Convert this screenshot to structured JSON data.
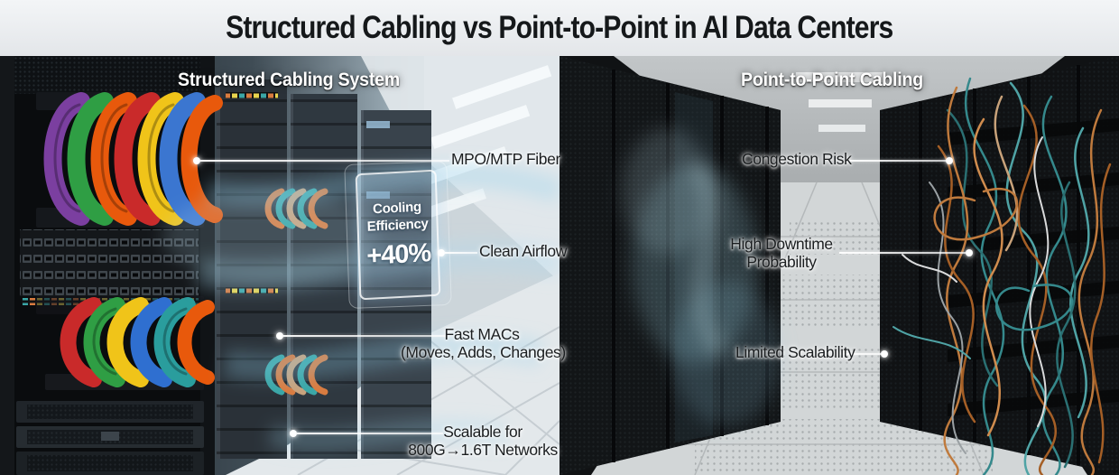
{
  "title": "Structured Cabling vs Point-to-Point in AI Data Centers",
  "left_panel": {
    "header": "Structured Cabling System",
    "overlay_panel": {
      "line1": "Cooling",
      "line2": "Efficiency",
      "value": "+40%"
    },
    "labels": [
      {
        "text": "MPO/MTP Fiber"
      },
      {
        "text": "Clean Airflow"
      },
      {
        "line1": "Fast MACs",
        "line2": "(Moves, Adds, Changes)"
      },
      {
        "line1": "Scalable for",
        "line2": "800G→1.6T Networks"
      }
    ]
  },
  "right_panel": {
    "header": "Point-to-Point Cabling",
    "labels": [
      {
        "text": "Congestion Risk"
      },
      {
        "line1": "High Downtime",
        "line2": "Probability"
      },
      {
        "text": "Limited Scalability"
      }
    ]
  },
  "colors": {
    "title_text": "#15181a",
    "title_band_bg": "#e9ecef",
    "label_text": "#1b1e20",
    "leader_line": "#ffffff",
    "header_text": "#ffffff",
    "airflow_blue": "#8fd0ec",
    "structured_cable_colors": [
      "#7b3fa0",
      "#2f9e44",
      "#e8590c",
      "#c92a2a",
      "#f0c419",
      "#3b76d0",
      "#2a9d9d"
    ],
    "messy_cable_colors": [
      "#35898c",
      "#bf7a3d",
      "#c8a27a",
      "#d9dadb"
    ]
  }
}
